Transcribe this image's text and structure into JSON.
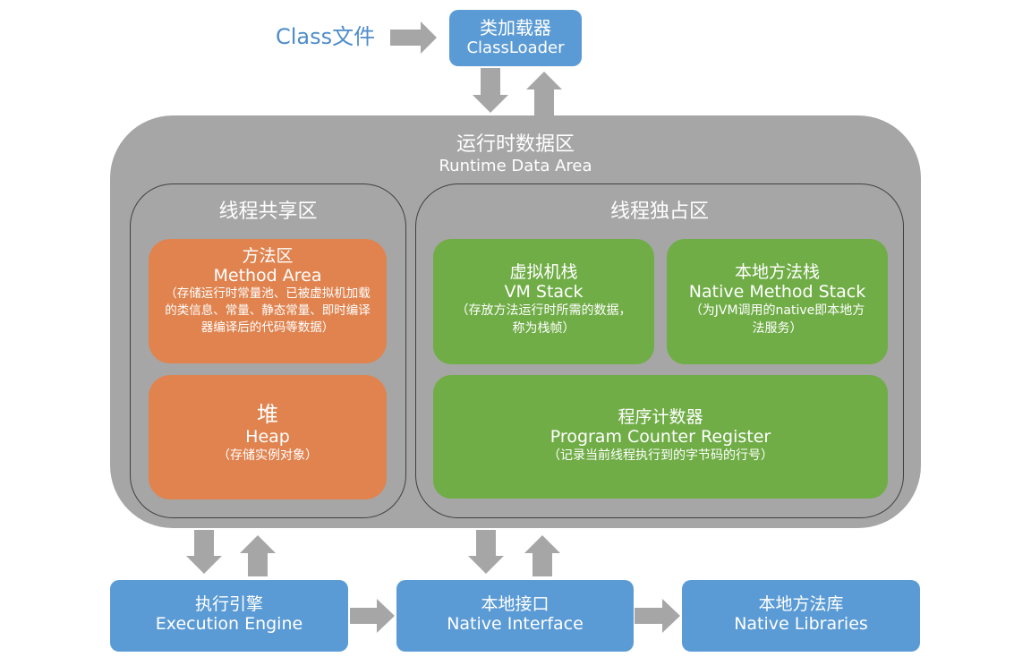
{
  "class_file": "Class文件",
  "class_loader": {
    "zh": "类加载器",
    "en": "ClassLoader"
  },
  "runtime_area": {
    "zh": "运行时数据区",
    "en": "Runtime Data Area"
  },
  "shared_area": {
    "zh": "线程共享区"
  },
  "private_area": {
    "zh": "线程独占区"
  },
  "method_area": {
    "zh": "方法区",
    "en": "Method Area",
    "note": "（存储运行时常量池、已被虚拟机加载的类信息、常量、静态常量、即时编译器编译后的代码等数据）"
  },
  "heap": {
    "zh": "堆",
    "en": "Heap",
    "note": "（存储实例对象）"
  },
  "vm_stack": {
    "zh": "虚拟机栈",
    "en": "VM Stack",
    "note": "（存放方法运行时所需的数据，称为栈帧）"
  },
  "native_method_stack": {
    "zh": "本地方法栈",
    "en": "Native Method Stack",
    "note": "（为JVM调用的native即本地方法服务）"
  },
  "pc_register": {
    "zh": "程序计数器",
    "en": "Program Counter Register",
    "note": "（记录当前线程执行到的字节码的行号）"
  },
  "execution_engine": {
    "zh": "执行引擎",
    "en": "Execution Engine"
  },
  "native_interface": {
    "zh": "本地接口",
    "en": "Native Interface"
  },
  "native_libraries": {
    "zh": "本地方法库",
    "en": "Native Libraries"
  },
  "colors": {
    "blue": "#5b9bd5",
    "gray": "#a6a6a6",
    "orange": "#e0834f",
    "green": "#70ad47",
    "arrow": "#a6a6a6"
  }
}
